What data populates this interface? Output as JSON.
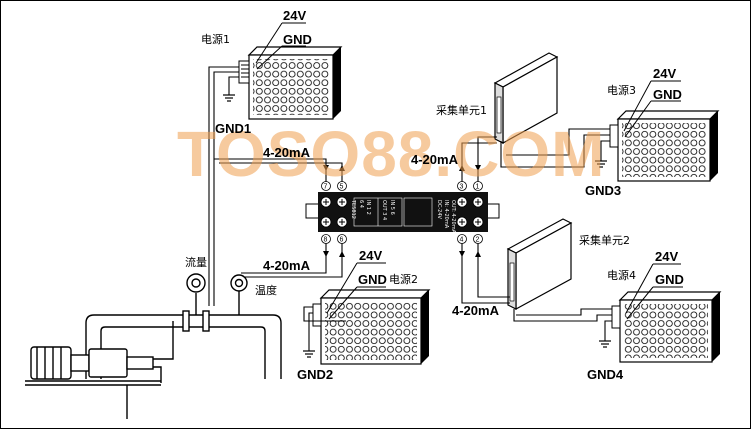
{
  "watermark": "TOSO88.COM",
  "power_supplies": [
    {
      "name": "电源1",
      "v_label": "24V",
      "gnd_label": "GND",
      "ground": "GND1"
    },
    {
      "name": "电源2",
      "v_label": "24V",
      "gnd_label": "GND",
      "ground": "GND2"
    },
    {
      "name": "电源3",
      "v_label": "24V",
      "gnd_label": "GND",
      "ground": "GND3"
    },
    {
      "name": "电源4",
      "v_label": "24V",
      "gnd_label": "GND",
      "ground": "GND4"
    }
  ],
  "acquisition_units": [
    "采集单元1",
    "采集单元2"
  ],
  "signal_labels": [
    "4-20mA",
    "4-20mA",
    "4-20mA",
    "4-20mA"
  ],
  "sensors": {
    "flow": "流量",
    "temperature": "温度"
  },
  "terminals": {
    "top_left": [
      "7",
      "5"
    ],
    "top_right": [
      "3",
      "1"
    ],
    "bottom_left": [
      "8",
      "6"
    ],
    "bottom_right": [
      "4",
      "2"
    ]
  },
  "module": {
    "left_code": "TE5812",
    "left_rows": [
      "6 4",
      "IN 1 2",
      "OUT 3 4",
      "IN 5 6"
    ],
    "right_code": "DC-24V",
    "right_rows": [
      "IN: 4-20mA",
      "OUT: 4-20mA"
    ]
  },
  "colors": {
    "watermark": "#f0a050",
    "line": "#000000",
    "module": "#111111"
  }
}
